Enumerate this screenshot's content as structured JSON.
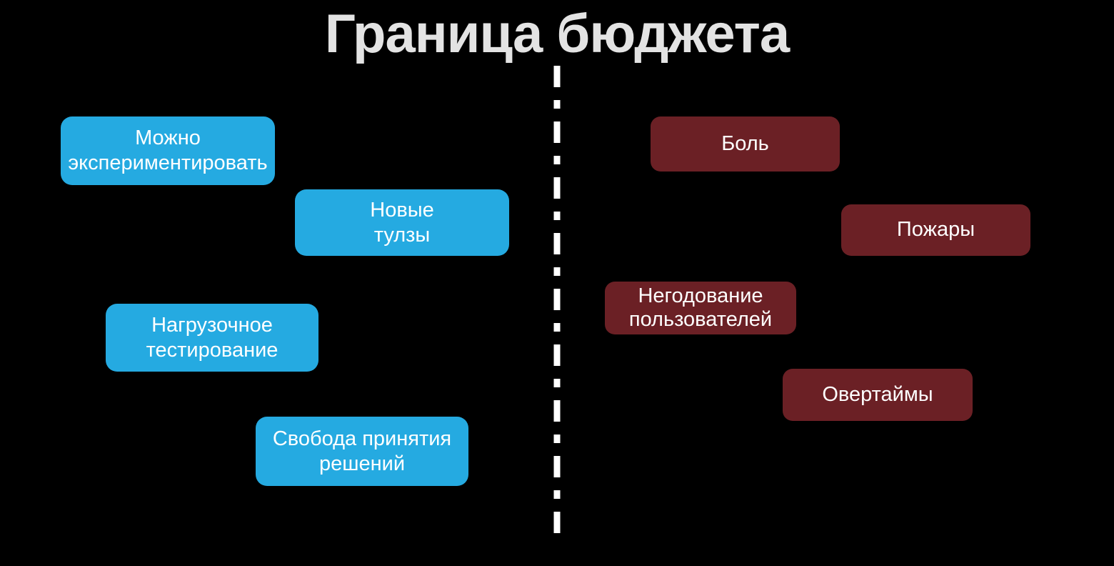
{
  "title": "Граница бюджета",
  "colors": {
    "background": "#000000",
    "title_text": "#E3E3E3",
    "benefit_box": "#25AAE1",
    "cost_box": "#6B2025",
    "box_text": "#FFFFFF",
    "divider": "#FFFFFF"
  },
  "left_side": {
    "items": [
      {
        "label": "Можно\nэкспериментировать"
      },
      {
        "label": "Новые\nтулзы"
      },
      {
        "label": "Нагрузочное\nтестирование"
      },
      {
        "label": "Свобода принятия\nрешений"
      }
    ]
  },
  "right_side": {
    "items": [
      {
        "label": "Боль"
      },
      {
        "label": "Пожары"
      },
      {
        "label": "Негодование\nпользователей"
      },
      {
        "label": "Овертаймы"
      }
    ]
  }
}
